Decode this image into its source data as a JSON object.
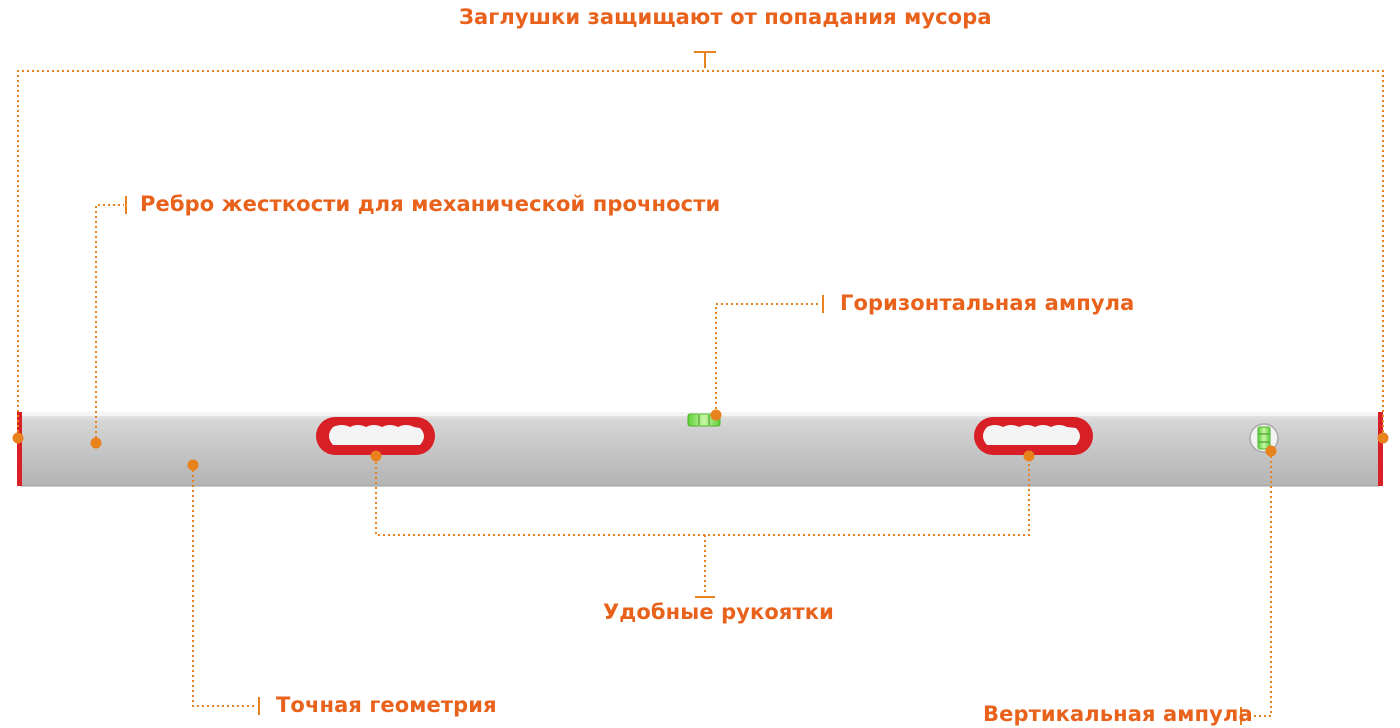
{
  "callouts": {
    "end_caps": "Заглушки защищают от попадания мусора",
    "stiffening_rib": "Ребро жесткости для механической прочности",
    "horizontal_vial": "Горизонтальная ампула",
    "handles": "Удобные рукоятки",
    "precise_geometry": "Точная геометрия",
    "vertical_vial": "Вертикальная ампула"
  },
  "colors": {
    "accent": "#e8821c",
    "label": "#e8621c",
    "handle": "#d81f26",
    "body": "#c9c9c9",
    "vial": "#7fe04a"
  }
}
